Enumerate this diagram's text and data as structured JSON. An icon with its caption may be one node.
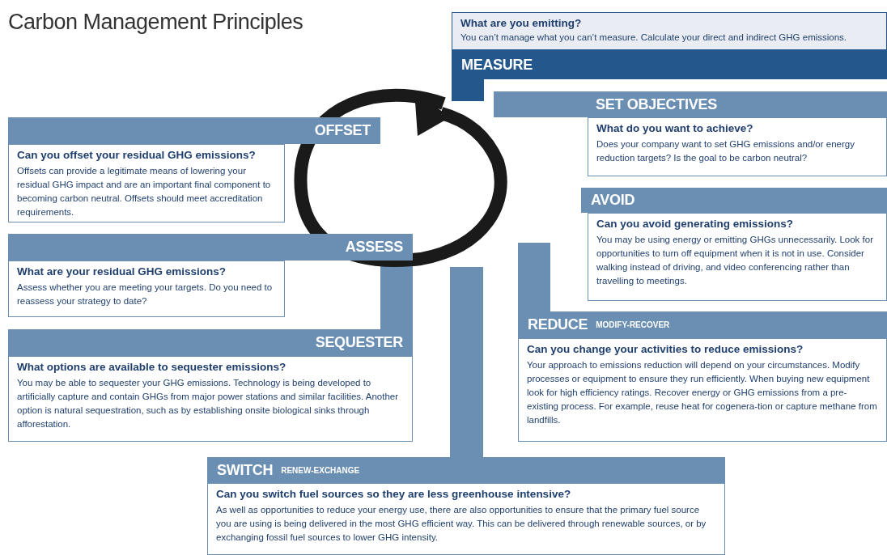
{
  "diagram": {
    "title": "Carbon Management Principles",
    "nodes": [
      {
        "text": [
          "What are you emitting?",
          "You can’t manage what you can’t measure. Calculate your direct and indirect GHG emissions.",
          "MEASURE"
        ]
      },
      {
        "text": [
          "SET OBJECTIVES",
          "What do you want to achieve?",
          "Does your company want to set GHG emissions and/or energy reduction targets? Is the goal to be carbon neutral?"
        ]
      },
      {
        "text": [
          "OFFSET",
          "Can you offset your residual GHG emissions?",
          "Offsets can provide a legitimate means of lowering your residual GHG impact and are an important final component to becoming carbon neutral. Offsets should meet accreditation requirements."
        ]
      },
      {
        "text": [
          "AVOID",
          "Can you avoid generating emissions?",
          "You may be using energy or emitting GHGs unnecessarily. Look for opportunities to turn off equipment when it is not in use. Consider walking instead of driving, and video conferencing rather than travelling to meetings."
        ]
      },
      {
        "text": [
          "ASSESS",
          "What are your residual GHG emissions?",
          "Assess whether you are meeting your targets. Do you need to reassess your strategy to date?"
        ]
      },
      {
        "text": [
          "REDUCE",
          "MODIFY-RECOVER",
          "Can you change your activities to reduce emissions?",
          "Your approach to emissions reduction will depend on your circumstances. Modify processes or equipment to ensure they run efficiently. When buying new equipment look for high efficiency ratings. Recover energy or GHG emissions from a pre-existing process. For example, reuse heat for cogenera-tion or capture methane from landfills."
        ]
      },
      {
        "text": [
          "SEQUESTER",
          "What options are available to sequester emissions?",
          "You may be able to sequester your GHG emissions. Technology is being developed to artificially capture and contain GHGs from major power stations and similar facilities. Another option is natural sequestration, such as by establishing onsite biological sinks through afforestation."
        ]
      },
      {
        "text": [
          "SWITCH",
          "RENEW-EXCHANGE",
          "Can you switch fuel sources so they are less greenhouse intensive?",
          "As well as opportunities to reduce your energy use, there are also opportunities to ensure that the primary fuel source you are using is being delivered in the most GHG efficient way. This can be delivered through renewable sources, or by exchanging fossil fuel sources to lower GHG intensity."
        ]
      }
    ]
  }
}
